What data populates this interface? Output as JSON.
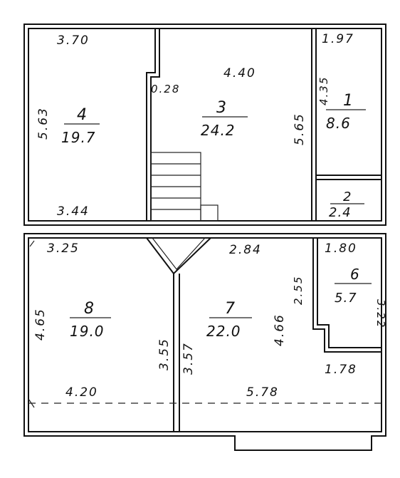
{
  "rooms": [
    {
      "id": "r1",
      "number": "1",
      "area": "8.6"
    },
    {
      "id": "r2",
      "number": "2",
      "area": "2.4"
    },
    {
      "id": "r3",
      "number": "3",
      "area": "24.2"
    },
    {
      "id": "r4",
      "number": "4",
      "area": "19.7"
    },
    {
      "id": "r6",
      "number": "6",
      "area": "5.7"
    },
    {
      "id": "r7",
      "number": "7",
      "area": "22.0"
    },
    {
      "id": "r8",
      "number": "8",
      "area": "19.0"
    }
  ],
  "dimensions": {
    "d_370": "3.70",
    "d_563": "5.63",
    "d_344": "3.44",
    "d_440": "4.40",
    "d_028": "0.28",
    "d_565": "5.65",
    "d_435": "4.35",
    "d_197": "1.97",
    "d_325": "3.25",
    "d_465": "4.65",
    "d_420": "4.20",
    "d_355": "3.55",
    "d_357": "3.57",
    "d_284": "2.84",
    "d_466": "4.66",
    "d_255": "2.55",
    "d_180": "1.80",
    "d_322": "3.22",
    "d_178": "1.78",
    "d_578": "5.78"
  }
}
